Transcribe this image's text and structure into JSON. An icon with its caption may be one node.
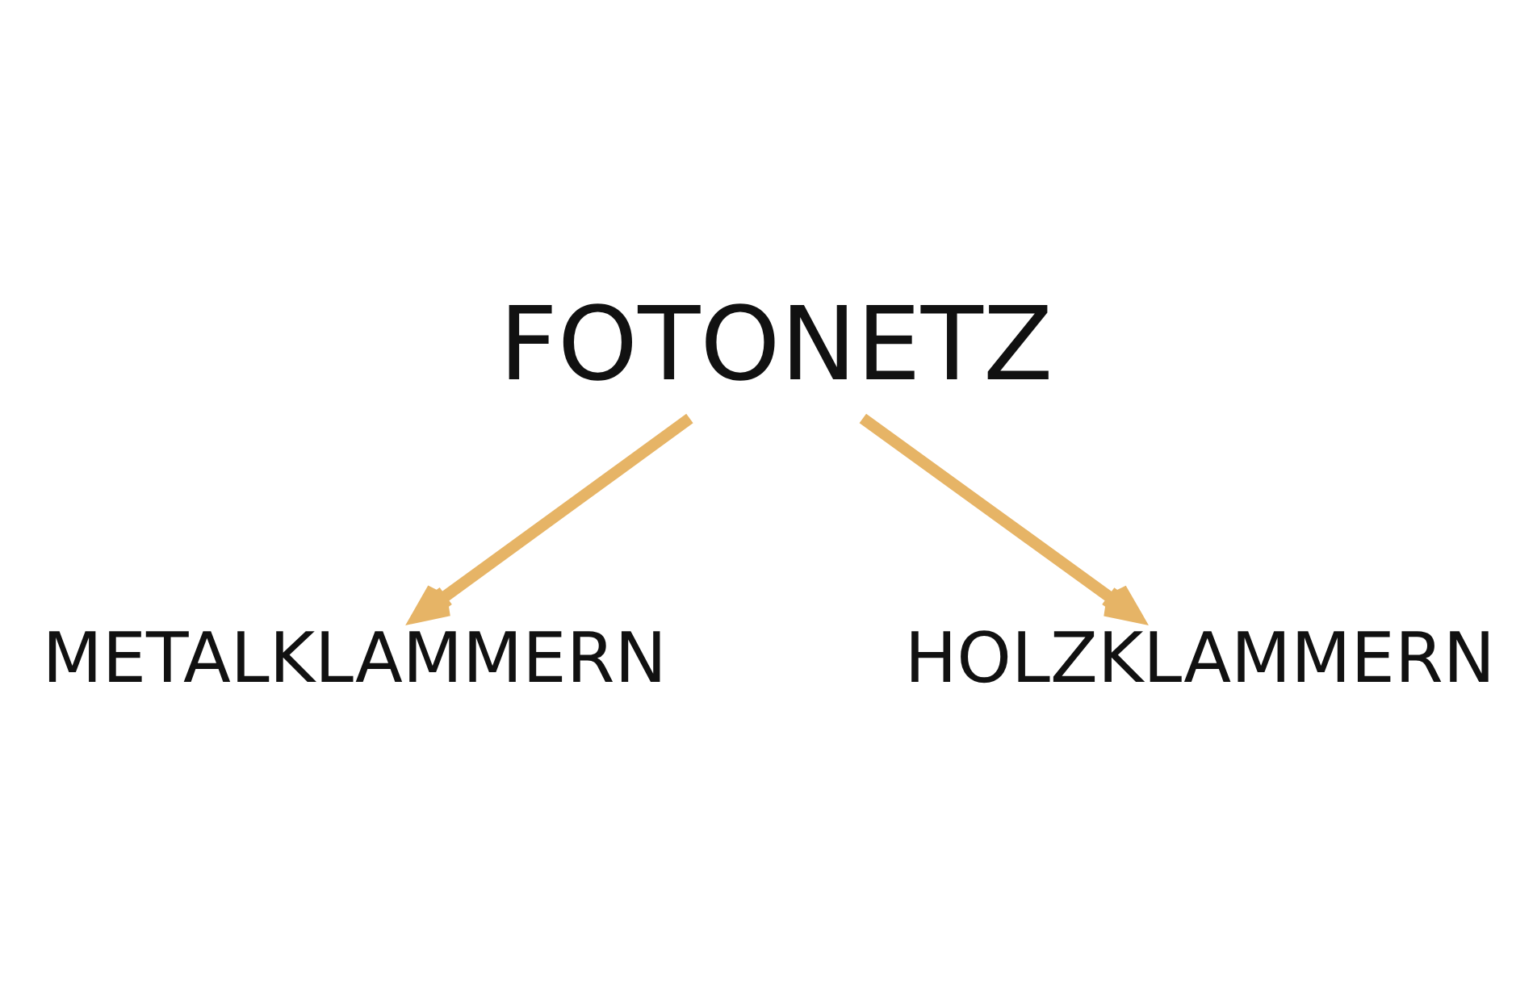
{
  "diagram": {
    "nodes": [
      {
        "text": [
          "FOTONETZ"
        ]
      },
      {
        "text": [
          "METALKLAMMERN"
        ]
      },
      {
        "text": [
          "HOLZKLAMMERN"
        ]
      }
    ],
    "edges": [
      {
        "from": 0,
        "to": 1,
        "arrow": "to"
      },
      {
        "from": 0,
        "to": 2,
        "arrow": "to"
      }
    ]
  }
}
